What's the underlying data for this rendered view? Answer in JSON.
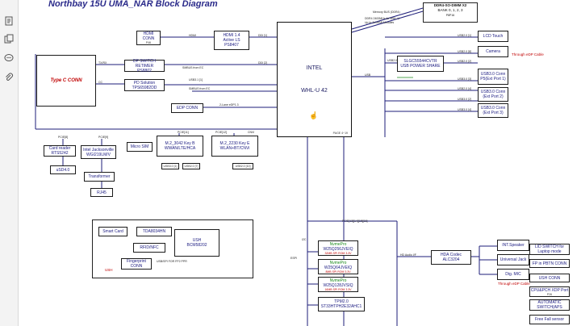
{
  "viewer": {
    "toolbar_icons": [
      "pages-icon",
      "copy-icon",
      "comment-icon",
      "attachment-icon"
    ]
  },
  "diagram": {
    "title": "Northbay 15U UMA_NAR Block Diagram",
    "cpu": {
      "line1": "INTEL",
      "line2": "WHL-U 42",
      "ref": "PAGE 4~19"
    },
    "dimm": {
      "label": "DDR4-SO-DIMM X2",
      "sub": "BANK 0, 1, 2, 3",
      "ref": "P8P16"
    },
    "memory_bus": {
      "line1": "Memory BUS (DDR4)",
      "line2": "DDR4 2400MHz for WHL-U",
      "line3": "Up to 2x16GB Modules"
    },
    "left_blocks": {
      "hdmi_conn": {
        "label": "HDMI CONN",
        "ref": "P46"
      },
      "hdmi_retimer": {
        "line1": "HDMI 1.4",
        "line2": "Active LS",
        "line3": "PS8407",
        "ref": "P45"
      },
      "typec_conn": {
        "label": "Type C CONN",
        "ref": "P40"
      },
      "dp_retimer": {
        "line1": "DP SWITCH RETIMER",
        "line2": "PS8802",
        "ref": "P42"
      },
      "pd_solution": {
        "line1": "PD Solution",
        "line2": "TPS65982DD",
        "ref": "P43"
      },
      "edp_conn": {
        "label": "EDP CONN",
        "ref": "P44"
      }
    },
    "signal_labels": {
      "hdmi": "HDMI",
      "tx_rx": "TX/RX",
      "cc": "CC",
      "ddi1": "DDI [1]",
      "ddi2": "DDI [2]",
      "smbus1": "SMBUS from EC",
      "smbus2": "SMBUS from EC",
      "usb31": "USB3.1 [1]",
      "edp": "2-Lane eDP1.3",
      "usb": "USB",
      "usb2_1": "USB2.0 [1]",
      "usb2_8": "USB2.0 [8]",
      "usb2_3": "USB2.0 [3]",
      "usb2_2": "USB2.0 [2]",
      "usb2_4": "USB2.0 [4]",
      "usb3_3": "USB3.0 [3]",
      "usb3_2": "USB3.0 [2]",
      "usb3_4": "USB3.0 [4]",
      "pcie8": "PCIE[8]",
      "pcie9": "PCIE[9]",
      "pcie11": "PCIE[11]",
      "pcie12": "PCIE[12]",
      "cnvi": "CNVi",
      "usb2_6": "USB2.0 [6]",
      "usb3_7": "USB3.0 [7]",
      "usb2_10": "USB2.0 [10]",
      "pcie_sata": "PCIE[13][14][15][16]",
      "hd_audio": "HD Audio I/F",
      "espi": "ESPI",
      "i2c": "I2C",
      "usb_spi": "USB/SPI FOR FP2 PPR"
    },
    "right_blocks": {
      "lcd_touch": {
        "label": "LCD Touch",
        "ref": "P38"
      },
      "camera": {
        "label": "Camera",
        "ref": "P38"
      },
      "edp_cable_note": "Through eDP Cable",
      "power_share": {
        "line1": "SLGC55544CVTR",
        "line2": "USB POWER SHARE",
        "ref": "P71"
      },
      "usb3_conn_p5": {
        "line1": "USB3.0 Conn",
        "line2": "P5(Ext Port 1)",
        "ref": "P46"
      },
      "usb3_conn_ext2": {
        "line1": "USB3.0 Conn",
        "line2": "(Ext Port 2)",
        "ref": "P72"
      },
      "usb3_conn_ext3": {
        "line1": "USB3.0 Conn",
        "line2": "(Ext Port 3)",
        "ref": "P72"
      }
    },
    "bottom_blocks": {
      "card_reader": {
        "line1": "Card reader",
        "line2": "RTS5242",
        "ref": "P34"
      },
      "usd": {
        "label": "uSD4.0",
        "ref": "P35"
      },
      "jacksonville": {
        "line1": "Intel Jacksonville",
        "line2": "WGI219LM/V",
        "ref": "P36"
      },
      "transformer": {
        "label": "Transformer",
        "ref": "P41"
      },
      "rj45": {
        "label": "RJ45",
        "ref": "P41"
      },
      "micro_sim": {
        "label": "Micro SIM",
        "ref": "P35"
      },
      "wwan": {
        "line1": "M.2_3042 Key B",
        "line2": "WWAN/LTE/HCA",
        "ref": "P33"
      },
      "wlan": {
        "line1": "M.2_2230 Key E",
        "line2": "WLAN+BT/CNVi",
        "ref": "P34"
      },
      "wwan_usb_a": "USB3.0 [1]",
      "wwan_usb_b": "USB2.0 [7]",
      "wlan_usb": "USB2.0 [10]"
    },
    "security_group": {
      "smart_card": "Smart Card",
      "tda": "TDA8034HN",
      "ush_line1": "USH",
      "ush_line2": "BCM58202",
      "rfid": "RFID/NFC",
      "fp_conn_line1": "Fingerprint",
      "fp_conn_line2": "CONN",
      "ush_note": "USH"
    },
    "storage": {
      "nvpro1": "NvmePro",
      "flash1_line1": "W25Q256JVEIQ",
      "flash1_note": "32MB SPI ROM 3.3V",
      "nvpro2": "NvmePro",
      "flash2_line1": "W25Q64JVEIQ",
      "flash2_note": "8MB SPI ROM 3.3V",
      "nvpro3": "NvmePro",
      "flash3_line1": "W25Q128JVSIQ",
      "flash3_note": "16MB SPI ROM 3.3V",
      "tpm_line1": "TPM2.0",
      "tpm_line2": "ST33HTPH2E32AHC1",
      "tpm_ref": "P31"
    },
    "audio": {
      "codec_line1": "HDA Codec",
      "codec_line2": "ALC3204",
      "codec_ref": "P39",
      "speaker": "INT.Speaker",
      "jack": "Universal Jack",
      "mic": "Dig. MIC",
      "mic_note": "Through eDP Cable"
    },
    "far_right": {
      "lid_switch_line1": "LID SWITCH for",
      "lid_switch_line2": "Laptop mode",
      "fp_pbtn": "FP in PBTN CONN",
      "ush_conn": "USH CONN",
      "cpu_xdp_line1": "CPU&PCH XDP Port",
      "cpu_xdp_line2": "P26",
      "auto_switch_line1": "AUTOMATIC",
      "auto_switch_line2": "SWITCH(APS",
      "free_fall": "Free Fall sensor"
    }
  }
}
